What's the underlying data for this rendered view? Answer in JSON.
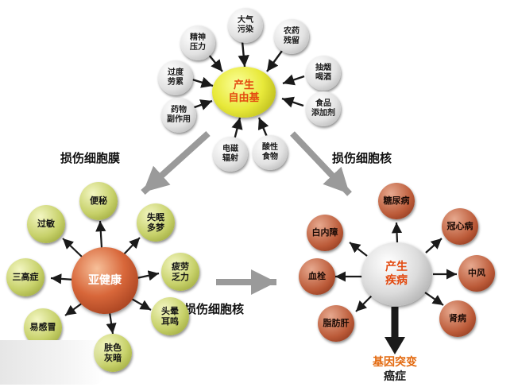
{
  "colors": {
    "arrow_dark": "#1a1a1a",
    "arrow_grey": "#9a9a9a",
    "center_text_orange": "#e34a10"
  },
  "top_center": {
    "label": "产生\n自由基"
  },
  "top_causes": [
    {
      "label": "大气\n污染"
    },
    {
      "label": "农药\n残留"
    },
    {
      "label": "精神\n压力"
    },
    {
      "label": "抽烟\n喝酒"
    },
    {
      "label": "过度\n劳累"
    },
    {
      "label": "食品\n添加剂"
    },
    {
      "label": "药物\n副作用"
    },
    {
      "label": "电磁\n辐射"
    },
    {
      "label": "酸性\n食物"
    }
  ],
  "left_center": {
    "label": "亚健康"
  },
  "left_symptoms": [
    {
      "label": "便秘"
    },
    {
      "label": "过敏"
    },
    {
      "label": "失眠\n多梦"
    },
    {
      "label": "三高症"
    },
    {
      "label": "疲劳\n乏力"
    },
    {
      "label": "易感冒"
    },
    {
      "label": "头晕\n耳鸣"
    },
    {
      "label": "肤色\n灰暗"
    }
  ],
  "right_center": {
    "label": "产生\n疾病"
  },
  "right_diseases": [
    {
      "label": "糖尿病"
    },
    {
      "label": "白内障"
    },
    {
      "label": "冠心病"
    },
    {
      "label": "血栓"
    },
    {
      "label": "中风"
    },
    {
      "label": "脂肪肝"
    },
    {
      "label": "肾病"
    }
  ],
  "flow_labels": {
    "left_branch": "损伤细胞膜",
    "right_branch": "损伤细胞核",
    "middle_branch": "损伤细胞核"
  },
  "outcome": {
    "line1": "基因突变",
    "line2": "癌症"
  }
}
